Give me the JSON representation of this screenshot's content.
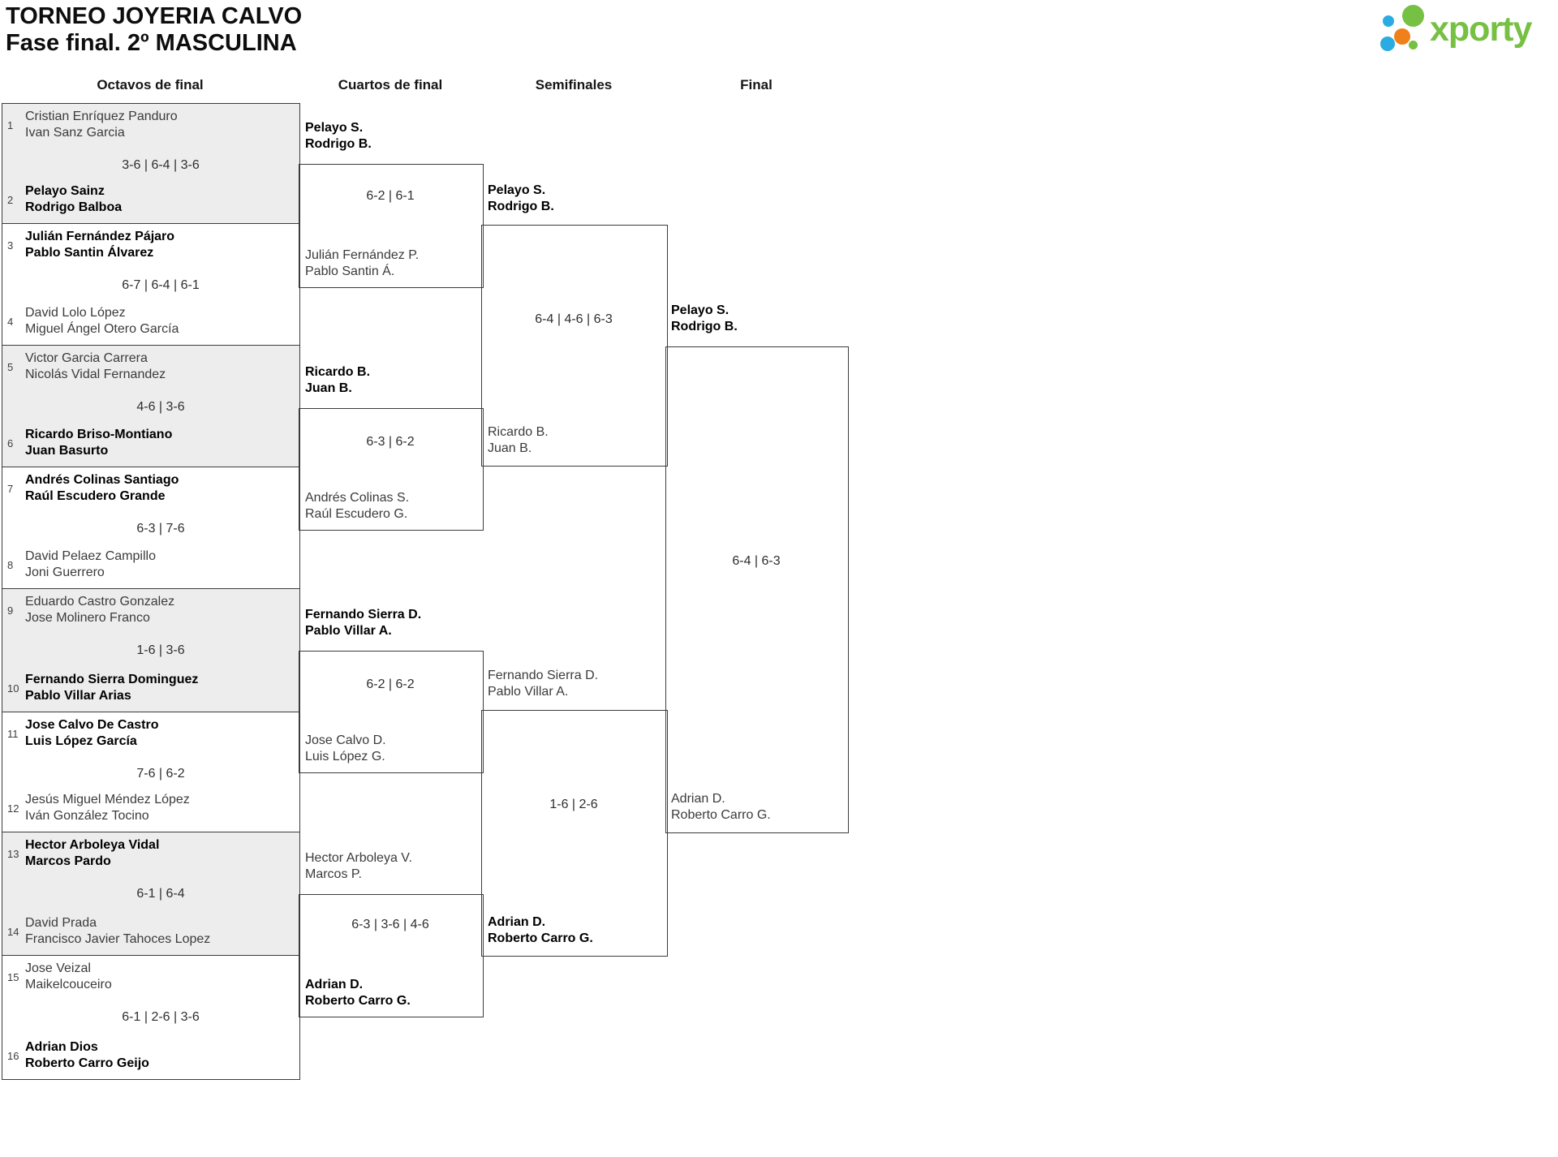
{
  "title": {
    "line1": "TORNEO JOYERIA CALVO",
    "line2": "Fase final. 2º MASCULINA"
  },
  "logo": {
    "brand": "xporty",
    "colors": {
      "green": "#76C043",
      "blue": "#2AACE2",
      "orange": "#F08019"
    }
  },
  "headers": [
    "Octavos de final",
    "Cuartos de final",
    "Semifinales",
    "Final"
  ],
  "octavos": [
    {
      "top": {
        "seed": "1",
        "players": [
          "Cristian Enríquez Panduro",
          "Ivan Sanz Garcia"
        ]
      },
      "score": "3-6 | 6-4 | 3-6",
      "bottom": {
        "seed": "2",
        "players": [
          "Pelayo Sainz",
          "Rodrigo Balboa"
        ]
      },
      "winner": "bottom"
    },
    {
      "top": {
        "seed": "3",
        "players": [
          "Julián Fernández Pájaro",
          "Pablo Santin Álvarez"
        ]
      },
      "score": "6-7 | 6-4 | 6-1",
      "bottom": {
        "seed": "4",
        "players": [
          "David Lolo López",
          "Miguel Ángel Otero García"
        ]
      },
      "winner": "top"
    },
    {
      "top": {
        "seed": "5",
        "players": [
          "Victor Garcia Carrera",
          "Nicolás Vidal Fernandez"
        ]
      },
      "score": "4-6 | 3-6",
      "bottom": {
        "seed": "6",
        "players": [
          "Ricardo Briso-Montiano",
          "Juan Basurto"
        ]
      },
      "winner": "bottom"
    },
    {
      "top": {
        "seed": "7",
        "players": [
          "Andrés Colinas Santiago",
          "Raúl Escudero Grande"
        ]
      },
      "score": "6-3 | 7-6",
      "bottom": {
        "seed": "8",
        "players": [
          "David Pelaez Campillo",
          "Joni Guerrero"
        ]
      },
      "winner": "top"
    },
    {
      "top": {
        "seed": "9",
        "players": [
          "Eduardo Castro Gonzalez",
          "Jose Molinero Franco"
        ]
      },
      "score": "1-6 | 3-6",
      "bottom": {
        "seed": "10",
        "players": [
          "Fernando Sierra Dominguez",
          "Pablo Villar Arias"
        ]
      },
      "winner": "bottom"
    },
    {
      "top": {
        "seed": "11",
        "players": [
          "Jose Calvo De Castro",
          "Luis López García"
        ]
      },
      "score": "7-6 | 6-2",
      "bottom": {
        "seed": "12",
        "players": [
          "Jesús Miguel Méndez López",
          "Iván González Tocino"
        ]
      },
      "winner": "top"
    },
    {
      "top": {
        "seed": "13",
        "players": [
          "Hector Arboleya Vidal",
          "Marcos Pardo"
        ]
      },
      "score": "6-1 | 6-4",
      "bottom": {
        "seed": "14",
        "players": [
          "David Prada",
          "Francisco Javier Tahoces Lopez"
        ]
      },
      "winner": "top"
    },
    {
      "top": {
        "seed": "15",
        "players": [
          "Jose Veizal",
          "Maikelcouceiro"
        ]
      },
      "score": "6-1 | 2-6 | 3-6",
      "bottom": {
        "seed": "16",
        "players": [
          "Adrian Dios",
          "Roberto Carro Geijo"
        ]
      },
      "winner": "bottom"
    }
  ],
  "cuartos": [
    {
      "top": {
        "players": [
          "Pelayo S.",
          "Rodrigo B."
        ]
      },
      "score": "6-2 | 6-1",
      "bottom": {
        "players": [
          "Julián Fernández P.",
          "Pablo Santin Á."
        ]
      },
      "winner": "top"
    },
    {
      "top": {
        "players": [
          "Ricardo B.",
          "Juan B."
        ]
      },
      "score": "6-3 | 6-2",
      "bottom": {
        "players": [
          "Andrés Colinas S.",
          "Raúl Escudero G."
        ]
      },
      "winner": "top"
    },
    {
      "top": {
        "players": [
          "Fernando Sierra D.",
          "Pablo Villar A."
        ]
      },
      "score": "6-2 | 6-2",
      "bottom": {
        "players": [
          "Jose Calvo D.",
          "Luis López G."
        ]
      },
      "winner": "top"
    },
    {
      "top": {
        "players": [
          "Hector Arboleya V.",
          "Marcos P."
        ]
      },
      "score": "6-3 | 3-6 | 4-6",
      "bottom": {
        "players": [
          "Adrian D.",
          "Roberto Carro G."
        ]
      },
      "winner": "bottom"
    }
  ],
  "semifinales": [
    {
      "top": {
        "players": [
          "Pelayo S.",
          "Rodrigo B."
        ]
      },
      "score": "6-4 | 4-6 | 6-3",
      "bottom": {
        "players": [
          "Ricardo B.",
          "Juan B."
        ]
      },
      "winner": "top"
    },
    {
      "top": {
        "players": [
          "Fernando Sierra D.",
          "Pablo Villar A."
        ]
      },
      "score": "1-6 | 2-6",
      "bottom": {
        "players": [
          "Adrian D.",
          "Roberto Carro G."
        ]
      },
      "winner": "bottom"
    }
  ],
  "final": {
    "top": {
      "players": [
        "Pelayo S.",
        "Rodrigo B."
      ]
    },
    "score": "6-4 | 6-3",
    "bottom": {
      "players": [
        "Adrian D.",
        "Roberto Carro G."
      ]
    },
    "winner": "top"
  }
}
